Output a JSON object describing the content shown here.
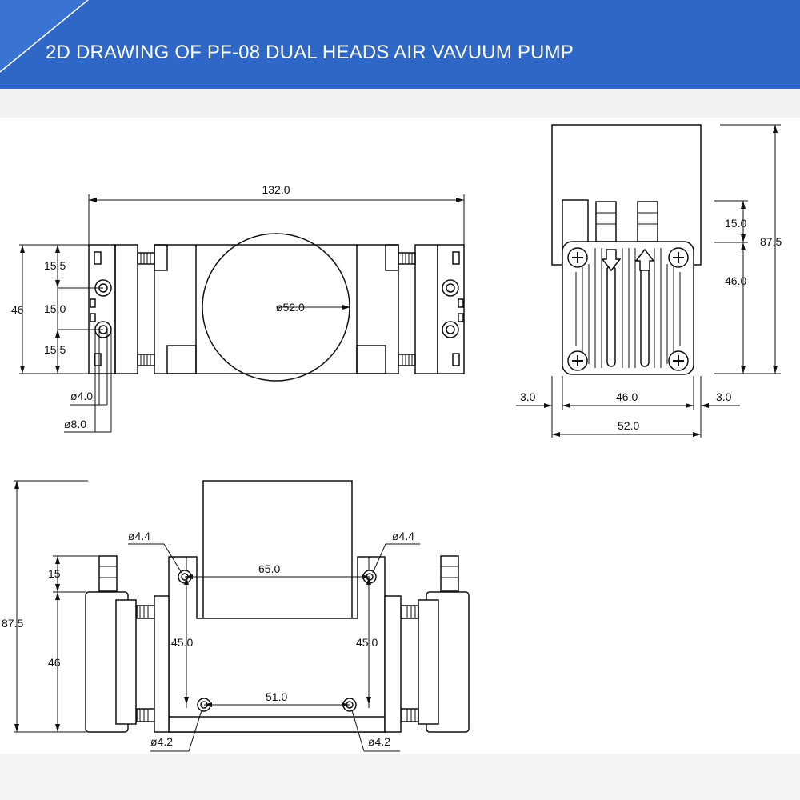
{
  "header": {
    "title": "2D DRAWING OF PF-08 DUAL HEADS AIR VAVUUM PUMP",
    "color": "#2e67c5"
  },
  "top_view": {
    "overall_width": "132.0",
    "diaphragm_dia": "ø52.0",
    "height": "46",
    "spacing_top": "15.5",
    "spacing_mid": "15.0",
    "spacing_bottom": "15.5",
    "port_inner_dia": "ø4.0",
    "port_outer_dia": "ø8.0"
  },
  "side_view": {
    "total_height": "87.5",
    "nozzle_height": "15.0",
    "head_height": "46.0",
    "head_width": "46.0",
    "total_width": "52.0",
    "margin_left": "3.0",
    "margin_right": "3.0"
  },
  "front_view": {
    "total_height": "87.5",
    "nozzle_height": "15",
    "head_height": "46",
    "top_hole_spacing": "65.0",
    "bottom_hole_spacing": "51.0",
    "left_vertical": "45.0",
    "right_vertical": "45.0",
    "top_left_hole": "ø4.4",
    "top_right_hole": "ø4.4",
    "bottom_left_hole": "ø4.2",
    "bottom_right_hole": "ø4.2"
  }
}
